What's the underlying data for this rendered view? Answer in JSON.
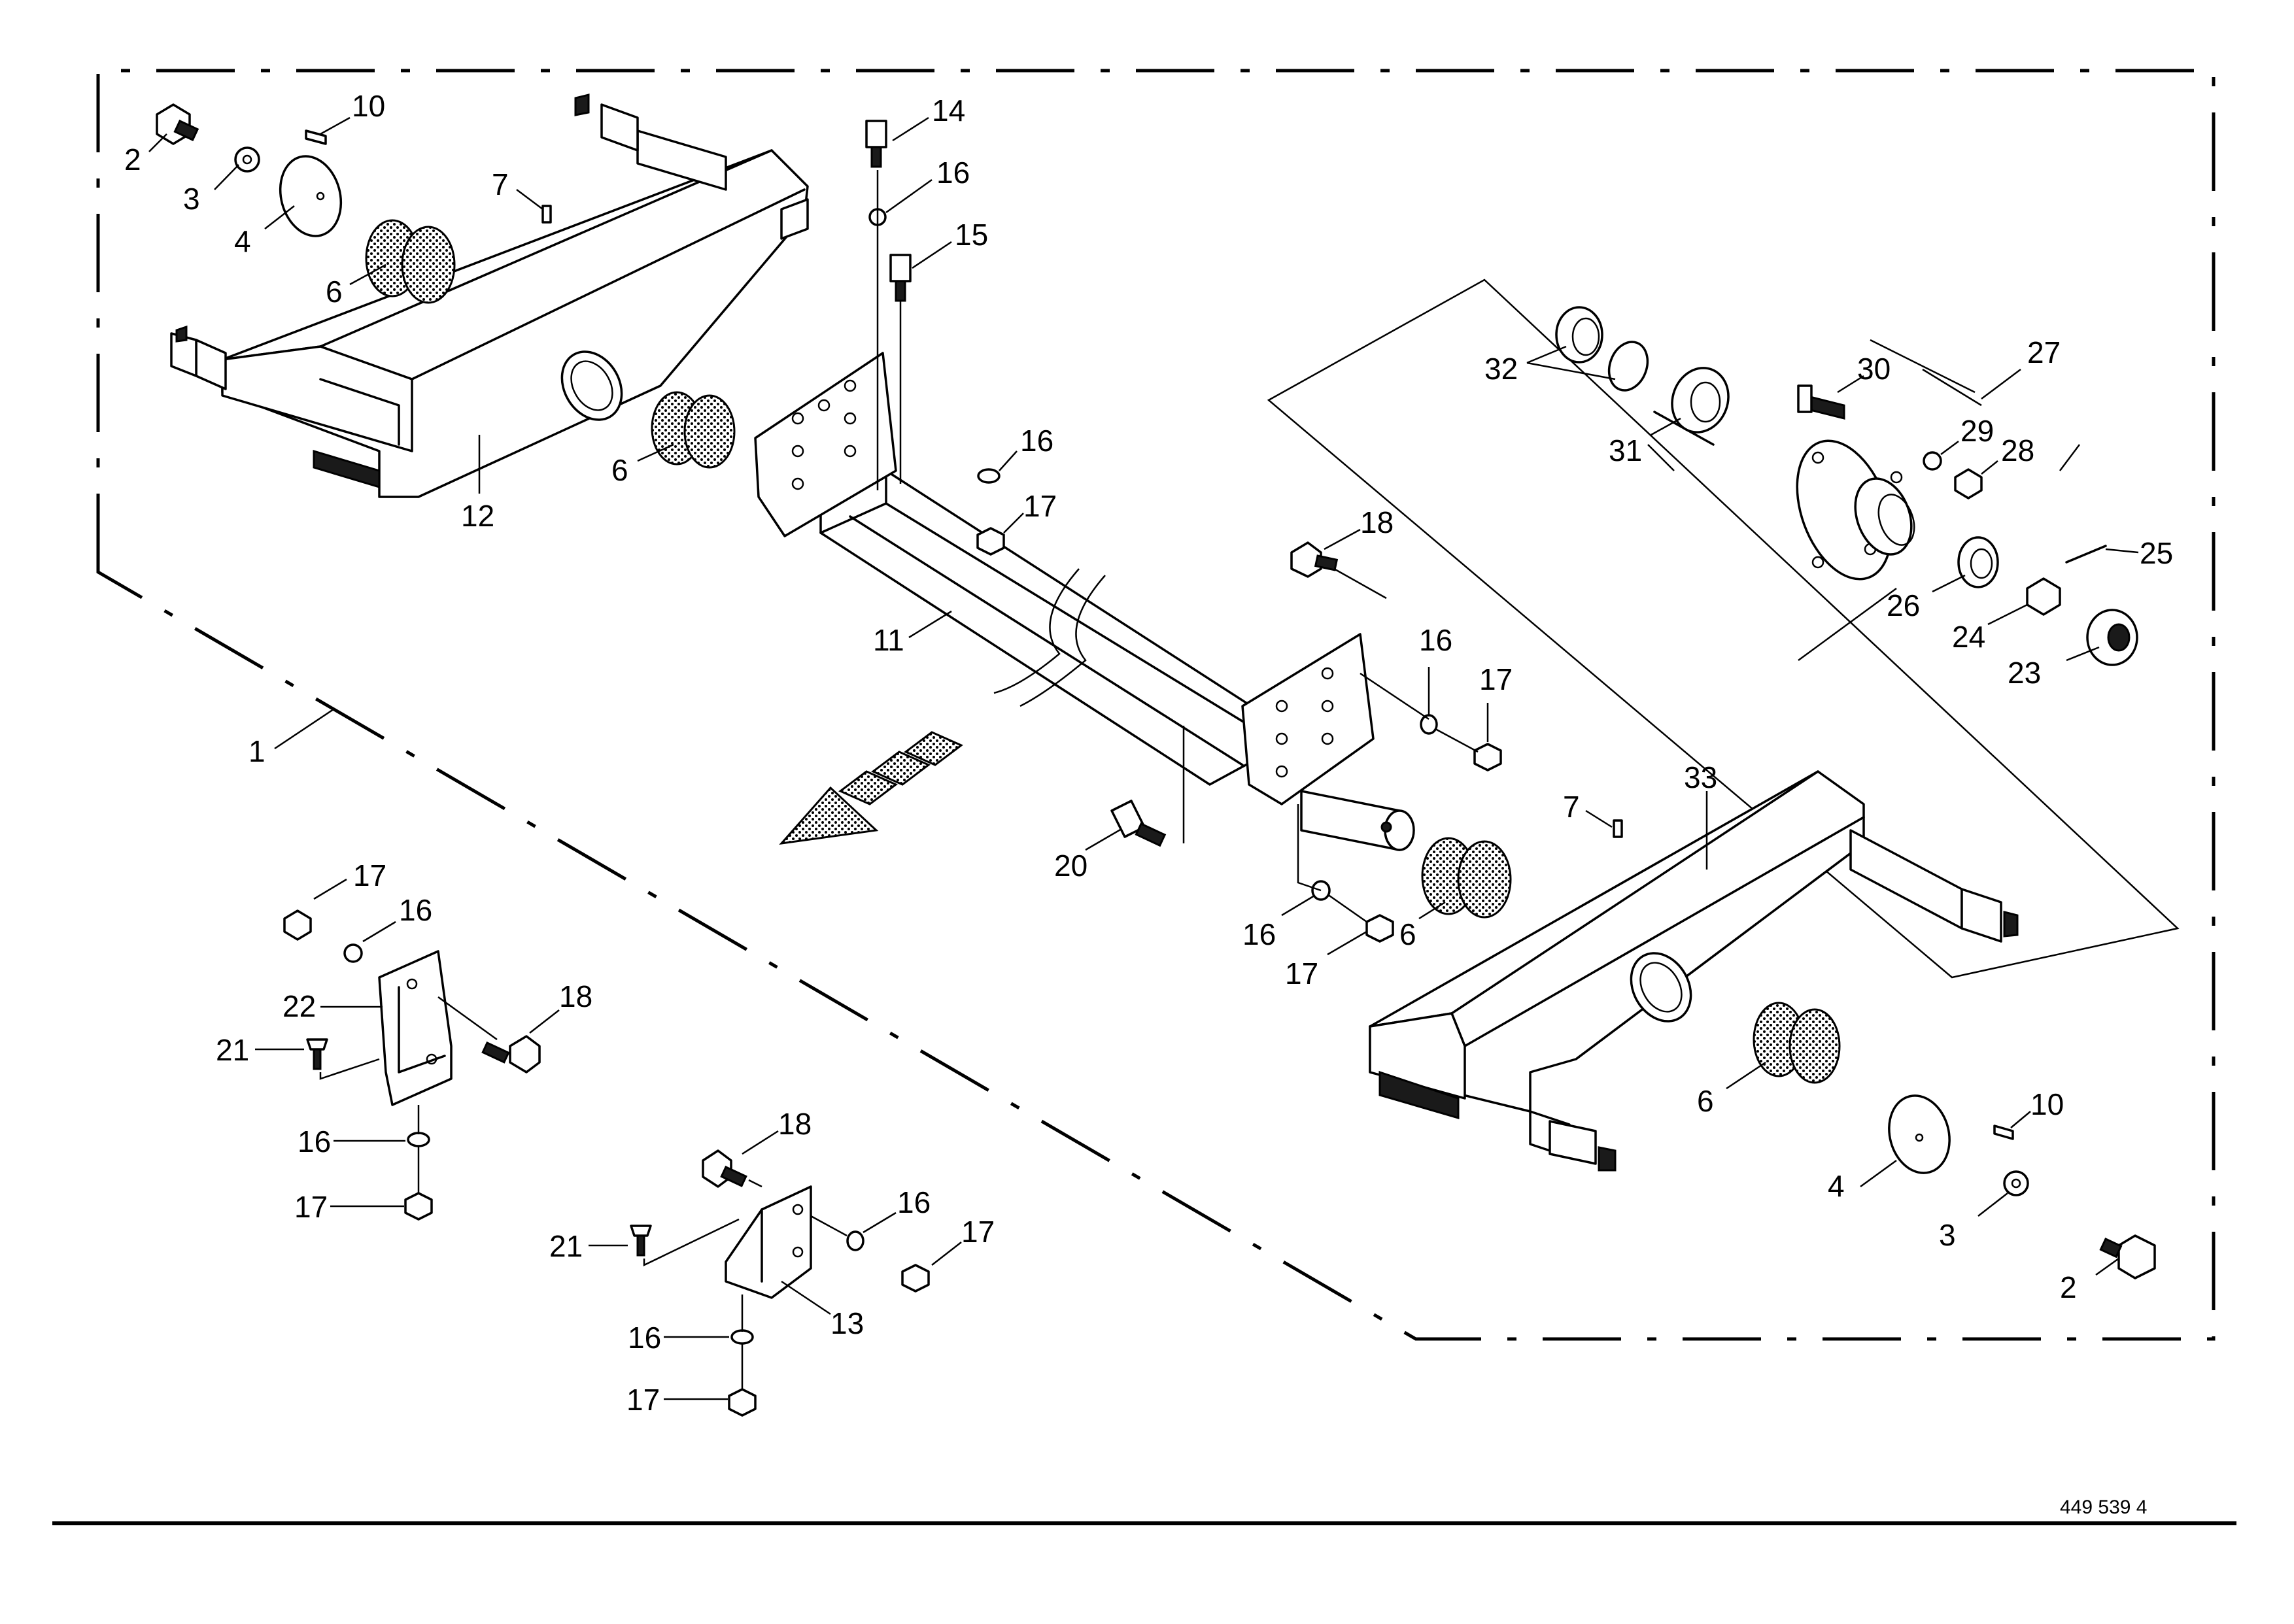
{
  "drawing": {
    "reference_number": "449 539 4",
    "callouts": [
      "1",
      "2",
      "3",
      "4",
      "6",
      "7",
      "10",
      "11",
      "12",
      "13",
      "14",
      "15",
      "16",
      "17",
      "18",
      "20",
      "21",
      "22",
      "23",
      "24",
      "25",
      "26",
      "27",
      "28",
      "29",
      "30",
      "31",
      "32",
      "33"
    ]
  }
}
